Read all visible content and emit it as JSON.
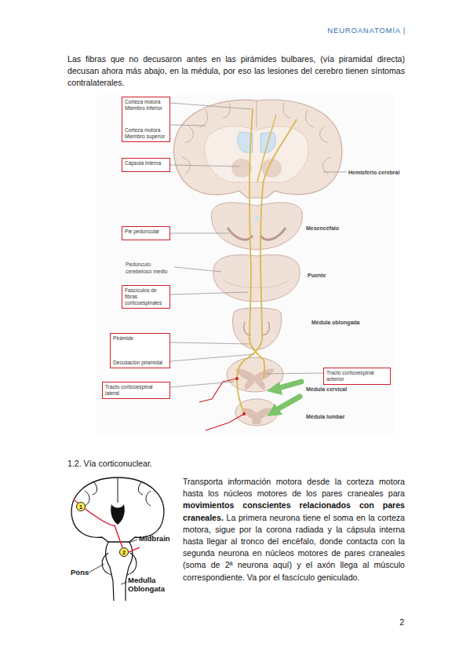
{
  "diagram": {
    "nodes": [
      {
        "text": [
          "Corteza motora Miembro inferior",
          "Corteza motora Miembro superior"
        ]
      },
      {
        "text": [
          "Cápsula interna"
        ]
      },
      {
        "text": [
          "Pie peduncular"
        ]
      },
      {
        "text": [
          "Fascículos de fibras corticoespinales"
        ]
      },
      {
        "text": [
          "Pirámide",
          "Decusación piramidal"
        ]
      },
      {
        "text": [
          "Tracto corticoespinal anterior"
        ]
      },
      {
        "text": [
          "Tracto corticoespinal lateral"
        ]
      },
      {
        "text": [
          "1"
        ]
      },
      {
        "text": [
          "2"
        ]
      }
    ],
    "edges": [
      {
        "from": 7,
        "to": 8,
        "arrow": "none"
      }
    ],
    "labels": [
      "NEUROANATOMÍA |",
      "Las fibras que no decusaron antes en las pirámides bulbares, (vía piramidal directa) decusan ahora más abajo, en la médula, por eso las lesiones del cerebro tienen síntomas contralaterales.",
      "Pedúnculo cerebeloso medio",
      "Hemisferio cerebral",
      "Mesencéfalo",
      "Puente",
      "Médula oblongada",
      "Médula cervical",
      "Médula lumbar",
      "1.2. Vía corticonuclear.",
      "Midbrain",
      "Pons",
      "Medulla Oblongata",
      "Transporta información motora desde la corteza motora hasta los núcleos motores de los pares craneales para",
      "movimientos conscientes relacionados con pares craneales.",
      "La primera neurona tiene el soma en la corteza motora, sigue por la corona radiada y la cápsula interna hasta llegar al tronco del encéfalo, donde contacta con la segunda neurona en núcleos motores de pares craneales (soma de 2ª neurona aquí) y el axón llega al músculo correspondiente. Va por el fascículo geniculado.",
      "2"
    ]
  }
}
